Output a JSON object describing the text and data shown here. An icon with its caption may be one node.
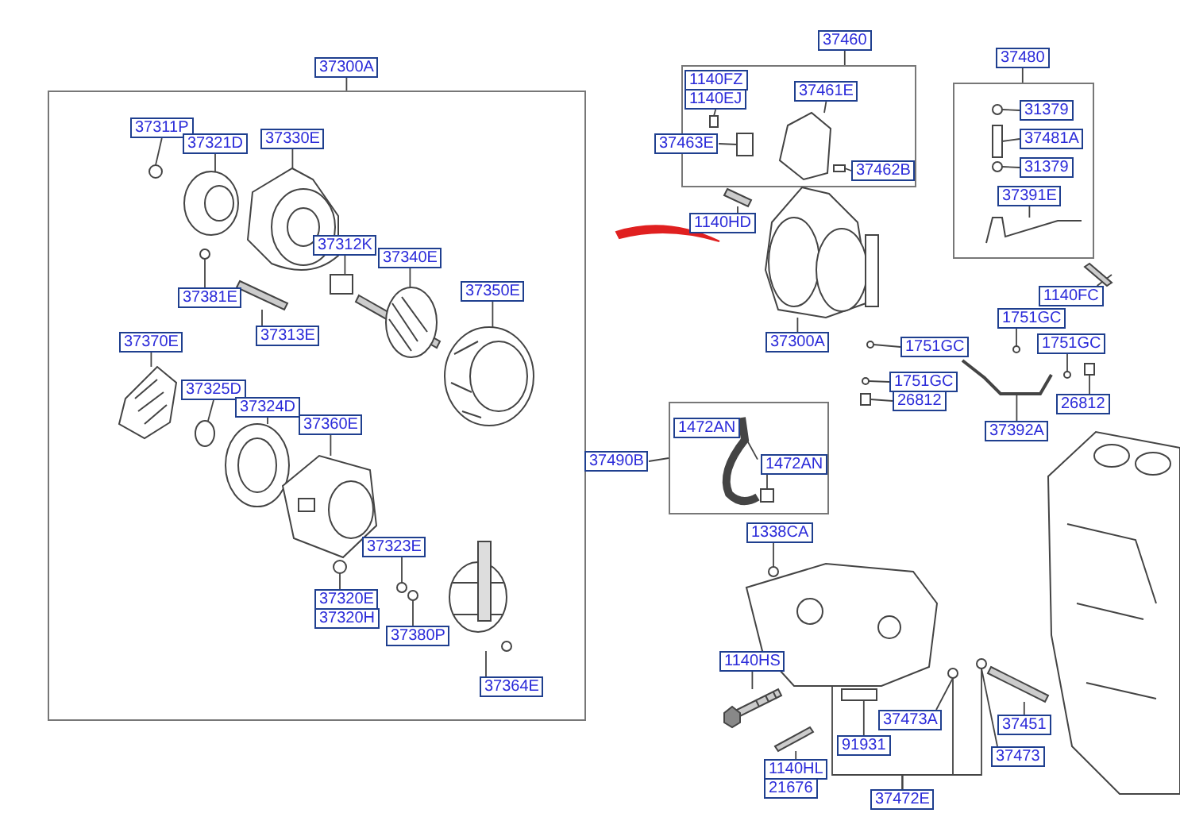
{
  "diagram": {
    "nodes": [
      {
        "text": [],
        "shape": "box"
      },
      {
        "text": [
          "37300A"
        ]
      },
      {
        "text": [
          "37311P"
        ],
        "in": 0
      },
      {
        "text": [
          "37321D"
        ],
        "in": 0
      },
      {
        "text": [
          "37330E"
        ],
        "in": 0
      },
      {
        "text": [
          "37312K"
        ],
        "in": 0
      },
      {
        "text": [
          "37340E"
        ],
        "in": 0
      },
      {
        "text": [
          "37350E"
        ],
        "in": 0
      },
      {
        "text": [
          "37381E"
        ],
        "in": 0
      },
      {
        "text": [
          "37313E"
        ],
        "in": 0
      },
      {
        "text": [
          "37370E"
        ],
        "in": 0
      },
      {
        "text": [
          "37325D"
        ],
        "in": 0
      },
      {
        "text": [
          "37324D"
        ],
        "in": 0
      },
      {
        "text": [
          "37360E"
        ],
        "in": 0
      },
      {
        "text": [
          "37323E"
        ],
        "in": 0
      },
      {
        "text": [
          "37320E"
        ],
        "in": 0
      },
      {
        "text": [
          "37320H"
        ],
        "in": 0
      },
      {
        "text": [
          "37380P"
        ],
        "in": 0
      },
      {
        "text": [
          "37364E"
        ],
        "in": 0
      },
      {
        "text": [
          "37460"
        ]
      },
      {
        "text": [],
        "shape": "box"
      },
      {
        "text": [
          "1140FZ"
        ],
        "in": 20
      },
      {
        "text": [
          "1140EJ"
        ],
        "in": 20
      },
      {
        "text": [
          "37461E"
        ],
        "in": 20
      },
      {
        "text": [
          "37462B"
        ],
        "in": 20
      },
      {
        "text": [
          "37463E"
        ]
      },
      {
        "text": [
          "1140HD"
        ]
      },
      {
        "text": [
          "37480"
        ]
      },
      {
        "text": [],
        "shape": "box"
      },
      {
        "text": [
          "31379"
        ],
        "in": 28
      },
      {
        "text": [
          "37481A"
        ],
        "in": 28
      },
      {
        "text": [
          "31379"
        ],
        "in": 28
      },
      {
        "text": [
          "37391E"
        ],
        "in": 28
      },
      {
        "text": [
          "37300A"
        ]
      },
      {
        "text": [
          "1140FC"
        ]
      },
      {
        "text": [
          "1751GC"
        ]
      },
      {
        "text": [
          "1751GC"
        ]
      },
      {
        "text": [
          "1751GC"
        ]
      },
      {
        "text": [
          "1751GC"
        ]
      },
      {
        "text": [
          "26812"
        ]
      },
      {
        "text": [
          "26812"
        ]
      },
      {
        "text": [
          "37392A"
        ]
      },
      {
        "text": [
          "37490B"
        ]
      },
      {
        "text": [],
        "shape": "box"
      },
      {
        "text": [
          "1472AN"
        ],
        "in": 43
      },
      {
        "text": [
          "1472AN"
        ],
        "in": 43
      },
      {
        "text": [
          "1338CA"
        ]
      },
      {
        "text": [
          "1140HS"
        ]
      },
      {
        "text": [
          "91931"
        ]
      },
      {
        "text": [
          "37473A"
        ]
      },
      {
        "text": [
          "37473"
        ]
      },
      {
        "text": [
          "37451"
        ]
      },
      {
        "text": [
          "1140HL"
        ]
      },
      {
        "text": [
          "21676"
        ]
      },
      {
        "text": [
          "37472E"
        ]
      },
      {
        "text": [],
        "shape": "circle",
        "in": 0
      },
      {
        "text": [],
        "shape": "picture",
        "in": 0
      },
      {
        "text": [],
        "shape": "picture",
        "in": 0
      },
      {
        "text": [],
        "shape": "box",
        "in": 0
      },
      {
        "text": [],
        "shape": "picture",
        "in": 0
      },
      {
        "text": [],
        "shape": "picture",
        "in": 0
      },
      {
        "text": [],
        "shape": "circle",
        "in": 0
      },
      {
        "text": [],
        "shape": "picture",
        "in": 0
      },
      {
        "text": [],
        "shape": "picture",
        "in": 0
      },
      {
        "text": [],
        "shape": "circle",
        "in": 0
      },
      {
        "text": [],
        "shape": "picture",
        "in": 0
      },
      {
        "text": [],
        "shape": "picture",
        "in": 0
      },
      {
        "text": [],
        "shape": "circle",
        "in": 0
      },
      {
        "text": [],
        "shape": "circle",
        "in": 0
      },
      {
        "text": [],
        "shape": "circle",
        "in": 0
      },
      {
        "text": [],
        "shape": "picture",
        "in": 0
      },
      {
        "text": [],
        "shape": "box",
        "in": 20
      },
      {
        "text": [],
        "shape": "picture",
        "in": 20
      },
      {
        "text": [],
        "shape": "box",
        "in": 20
      },
      {
        "text": [],
        "shape": "box",
        "in": 20
      },
      {
        "text": [],
        "shape": "picture"
      },
      {
        "text": [],
        "shape": "circle",
        "in": 28
      },
      {
        "text": [],
        "shape": "box",
        "in": 28
      },
      {
        "text": [],
        "shape": "circle",
        "in": 28
      },
      {
        "text": [],
        "shape": "picture",
        "in": 28
      },
      {
        "text": [],
        "shape": "picture"
      },
      {
        "text": [],
        "shape": "picture"
      },
      {
        "text": [],
        "shape": "circle"
      },
      {
        "text": [],
        "shape": "circle"
      },
      {
        "text": [],
        "shape": "circle"
      },
      {
        "text": [],
        "shape": "circle"
      },
      {
        "text": [],
        "shape": "box"
      },
      {
        "text": [],
        "shape": "box"
      },
      {
        "text": [],
        "shape": "picture"
      },
      {
        "text": [],
        "shape": "picture",
        "in": 43
      },
      {
        "text": [],
        "shape": "box",
        "in": 43
      },
      {
        "text": [],
        "shape": "circle"
      },
      {
        "text": [],
        "shape": "picture"
      },
      {
        "text": [],
        "shape": "box"
      },
      {
        "text": [],
        "shape": "circle"
      },
      {
        "text": [],
        "shape": "circle"
      },
      {
        "text": [],
        "shape": "picture"
      },
      {
        "text": [],
        "shape": "picture"
      },
      {
        "text": [],
        "shape": "picture"
      }
    ],
    "edges": [
      {
        "from": 1,
        "to": 0,
        "arrow": "none"
      },
      {
        "from": 2,
        "to": 55,
        "arrow": "none"
      },
      {
        "from": 3,
        "to": 56,
        "arrow": "none"
      },
      {
        "from": 4,
        "to": 57,
        "arrow": "none"
      },
      {
        "from": 5,
        "to": 58,
        "arrow": "none"
      },
      {
        "from": 6,
        "to": 59,
        "arrow": "none"
      },
      {
        "from": 7,
        "to": 60,
        "arrow": "none"
      },
      {
        "from": 8,
        "to": 61,
        "arrow": "none"
      },
      {
        "from": 9,
        "to": 62,
        "arrow": "none"
      },
      {
        "from": 10,
        "to": 63,
        "arrow": "none"
      },
      {
        "from": 11,
        "to": 64,
        "arrow": "none"
      },
      {
        "from": 12,
        "to": 65,
        "arrow": "none"
      },
      {
        "from": 13,
        "to": 66,
        "arrow": "none"
      },
      {
        "from": 14,
        "to": 67,
        "arrow": "none"
      },
      {
        "from": 15,
        "to": 68,
        "arrow": "none"
      },
      {
        "from": 17,
        "to": 69,
        "arrow": "none"
      },
      {
        "from": 18,
        "to": 70,
        "arrow": "none"
      },
      {
        "from": 19,
        "to": 20,
        "arrow": "none"
      },
      {
        "from": 22,
        "to": 71,
        "arrow": "none"
      },
      {
        "from": 23,
        "to": 72,
        "arrow": "none"
      },
      {
        "from": 24,
        "to": 73,
        "arrow": "none"
      },
      {
        "from": 25,
        "to": 74,
        "arrow": "none"
      },
      {
        "from": 26,
        "to": 75,
        "arrow": "none"
      },
      {
        "from": 27,
        "to": 28,
        "arrow": "none"
      },
      {
        "from": 29,
        "to": 76,
        "arrow": "none"
      },
      {
        "from": 30,
        "to": 77,
        "arrow": "none"
      },
      {
        "from": 31,
        "to": 78,
        "arrow": "none"
      },
      {
        "from": 32,
        "to": 79,
        "arrow": "none"
      },
      {
        "from": 33,
        "to": 80,
        "arrow": "none"
      },
      {
        "from": 34,
        "to": 81,
        "arrow": "none"
      },
      {
        "from": 35,
        "to": 82,
        "arrow": "none"
      },
      {
        "from": 36,
        "to": 83,
        "arrow": "none"
      },
      {
        "from": 37,
        "to": 84,
        "arrow": "none"
      },
      {
        "from": 38,
        "to": 85,
        "arrow": "none"
      },
      {
        "from": 39,
        "to": 86,
        "arrow": "none"
      },
      {
        "from": 40,
        "to": 87,
        "arrow": "none"
      },
      {
        "from": 41,
        "to": 88,
        "arrow": "none"
      },
      {
        "from": 42,
        "to": 43,
        "arrow": "none"
      },
      {
        "from": 44,
        "to": 89,
        "arrow": "none"
      },
      {
        "from": 45,
        "to": 90,
        "arrow": "none"
      },
      {
        "from": 46,
        "to": 91,
        "arrow": "none"
      },
      {
        "from": 47,
        "to": 92,
        "arrow": "none"
      },
      {
        "from": 48,
        "to": 93,
        "arrow": "none"
      },
      {
        "from": 49,
        "to": 94,
        "arrow": "none"
      },
      {
        "from": 50,
        "to": 95,
        "arrow": "none"
      },
      {
        "from": 51,
        "to": 96,
        "arrow": "none"
      },
      {
        "from": 52,
        "to": 97,
        "arrow": "none"
      },
      {
        "from": 54,
        "to": 98,
        "arrow": "none"
      },
      {
        "from": 54,
        "to": 94,
        "arrow": "none"
      },
      {
        "from": 54,
        "to": 95,
        "arrow": "none"
      }
    ]
  }
}
